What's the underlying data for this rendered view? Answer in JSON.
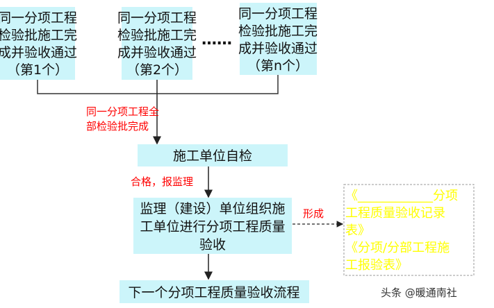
{
  "colors": {
    "box_fill": "#ccf5fa",
    "line": "#333333",
    "label_red": "#ff0000",
    "output_yellow": "#ffff00",
    "dashed_border": "#999999"
  },
  "top_boxes": [
    {
      "lines": [
        "同一分项工程",
        "检验批施工完",
        "成并验收通过",
        "（第1个）"
      ]
    },
    {
      "lines": [
        "同一分项工程",
        "检验批施工完",
        "成并验收通过",
        "（第2个）"
      ]
    },
    {
      "lines": [
        "同一分项工程",
        "检验批施工完",
        "成并验收通过",
        "（第n个）"
      ]
    }
  ],
  "ellipsis": "……",
  "label_all_done": [
    "同一分项工程全",
    "部检验批完成"
  ],
  "self_check_box": "施工单位自检",
  "label_pass": "合格，报监理",
  "acceptance_box": [
    "监理（建设）单位组织施",
    "工单位进行分项工程质量",
    "验收"
  ],
  "label_form": "形成",
  "output_box": [
    "《____________分项",
    "工程质量验收记录",
    "表》",
    "《分项/分部工程施",
    "工报验表》"
  ],
  "next_box": "下一个分项工程质量验收流程",
  "watermark": "头条 @暖通南社"
}
